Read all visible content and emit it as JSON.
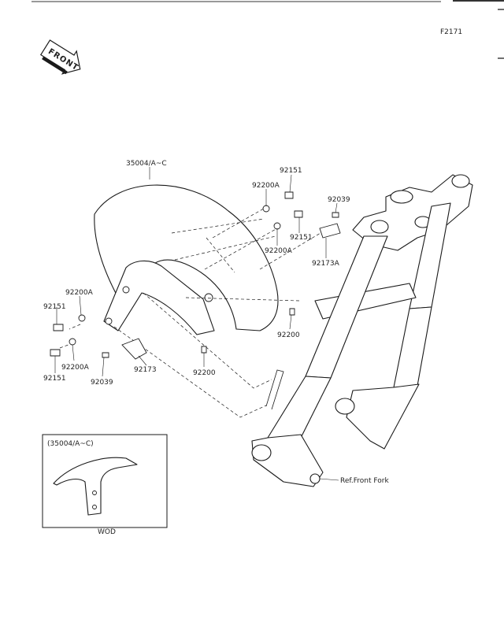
{
  "header": {
    "figure_code": "F2171"
  },
  "front_badge": {
    "label": "FRONT"
  },
  "callouts": {
    "fender": "35004/A~C",
    "bolt_top_right": "92151",
    "washer_top_right": "92200A",
    "bolt_right_2": "92151",
    "washer_right_2": "92200A",
    "screw_top": "92039",
    "bracket_right": "92173A",
    "washer_left_1": "92200A",
    "bolt_left_1": "92151",
    "bolt_left_2": "92151",
    "washer_left_2": "92200A",
    "screw_left": "92039",
    "bracket_left": "92173",
    "clip_center": "92200",
    "clip_right": "92200",
    "fork_ref": "Ref.Front Fork"
  },
  "inset": {
    "title": "(35004/A~C)",
    "caption": "WOD"
  }
}
